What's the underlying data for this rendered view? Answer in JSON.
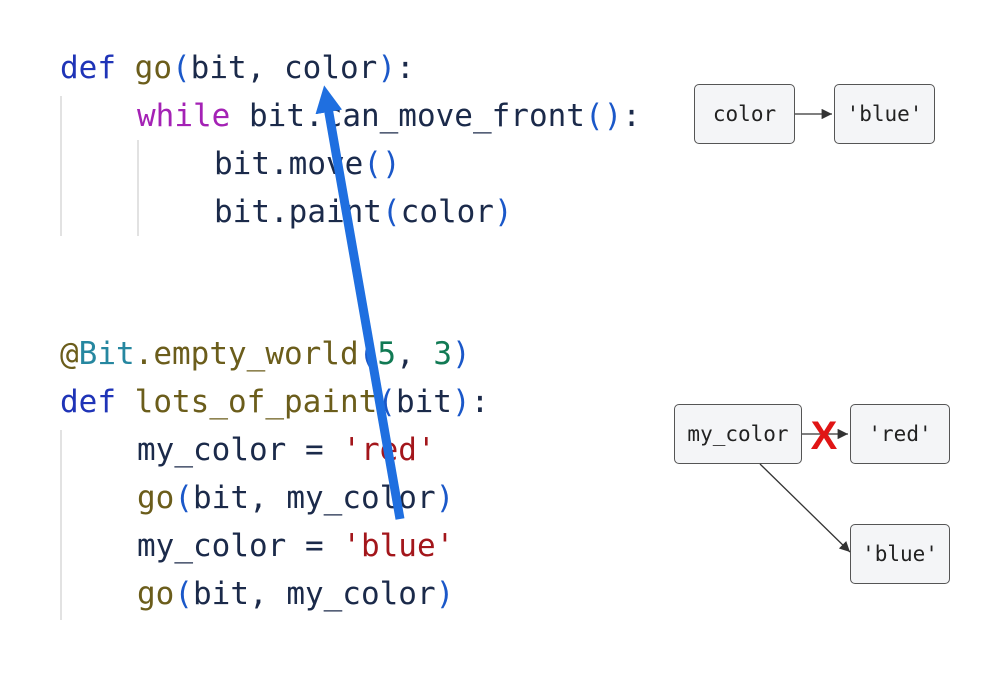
{
  "colors": {
    "keyword": "#1f34b7",
    "control": "#a422b5",
    "function": "#6b5d1b",
    "paren": "#1b58c9",
    "string": "#a3161b",
    "number": "#117a54",
    "class": "#2687a0",
    "arrow": "#1f6fe0",
    "cross": "#e01515"
  },
  "code": {
    "line1": {
      "kw": "def",
      "name": "go",
      "open": "(",
      "params": "bit, color",
      "close": ")",
      "colon": ":"
    },
    "line2": {
      "kw": "while",
      "expr": "bit.can_move_front",
      "parens": "()",
      "colon": ":"
    },
    "line3": {
      "obj": "bit.move",
      "parens": "()"
    },
    "line4": {
      "obj": "bit.paint",
      "open": "(",
      "arg": "color",
      "close": ")"
    },
    "line5": {
      "at": "@",
      "cls": "Bit",
      "rest": ".empty_world",
      "open": "(",
      "n1": "5",
      "sep": ", ",
      "n2": "3",
      "close": ")"
    },
    "line6": {
      "kw": "def",
      "name": "lots_of_paint",
      "open": "(",
      "params": "bit",
      "close": ")",
      "colon": ":"
    },
    "line7": {
      "var": "my_color",
      "op": " = ",
      "str": "'red'"
    },
    "line8": {
      "fn": "go",
      "open": "(",
      "args": "bit, my_color",
      "close": ")"
    },
    "line9": {
      "var": "my_color",
      "op": " = ",
      "str": "'blue'"
    },
    "line10": {
      "fn": "go",
      "open": "(",
      "args": "bit, my_color",
      "close": ")"
    }
  },
  "diagram": {
    "color_box": "color",
    "blue_box_top": "'blue'",
    "my_color_box": "my_color",
    "red_box": "'red'",
    "blue_box_bottom": "'blue'",
    "cross_mark": "X"
  }
}
